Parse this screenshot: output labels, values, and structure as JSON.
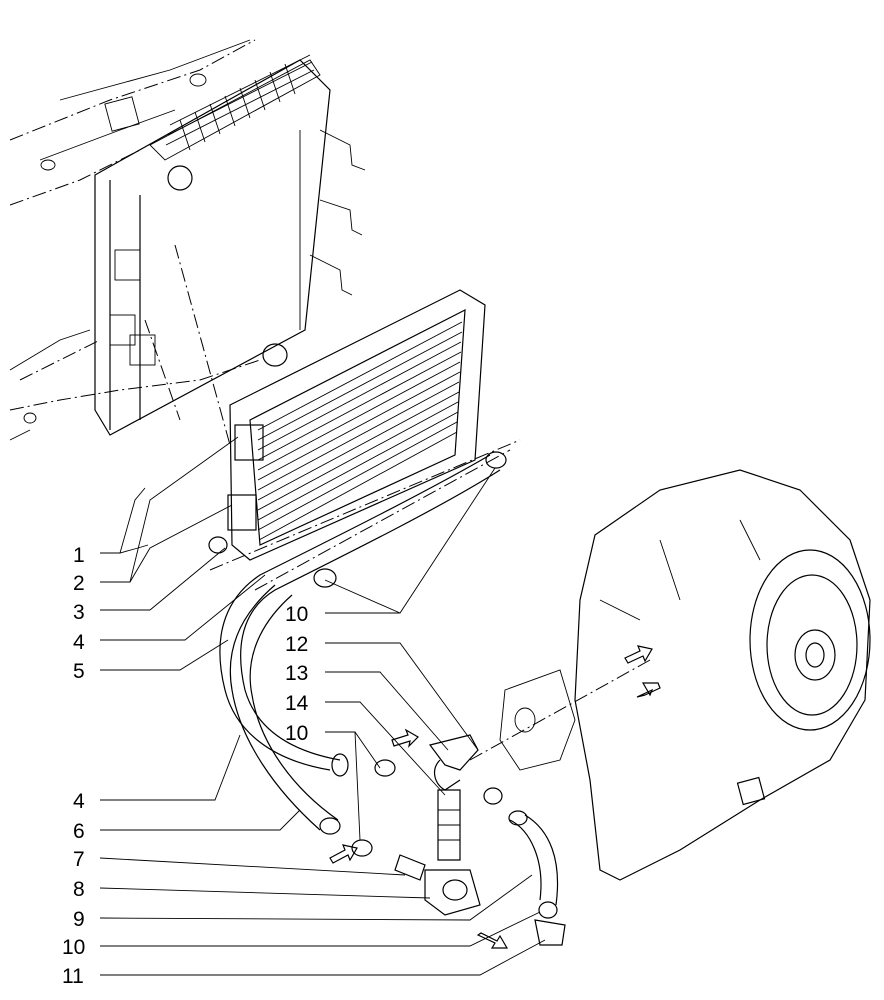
{
  "diagram": {
    "callouts": [
      {
        "id": "c1",
        "text": "1"
      },
      {
        "id": "c2",
        "text": "2"
      },
      {
        "id": "c3",
        "text": "3"
      },
      {
        "id": "c4a",
        "text": "4"
      },
      {
        "id": "c5",
        "text": "5"
      },
      {
        "id": "c10a",
        "text": "10"
      },
      {
        "id": "c12",
        "text": "12"
      },
      {
        "id": "c13",
        "text": "13"
      },
      {
        "id": "c14",
        "text": "14"
      },
      {
        "id": "c10b",
        "text": "10"
      },
      {
        "id": "c4b",
        "text": "4"
      },
      {
        "id": "c6",
        "text": "6"
      },
      {
        "id": "c7",
        "text": "7"
      },
      {
        "id": "c8",
        "text": "8"
      },
      {
        "id": "c9",
        "text": "9"
      },
      {
        "id": "c10c",
        "text": "10"
      },
      {
        "id": "c11",
        "text": "11"
      }
    ]
  }
}
